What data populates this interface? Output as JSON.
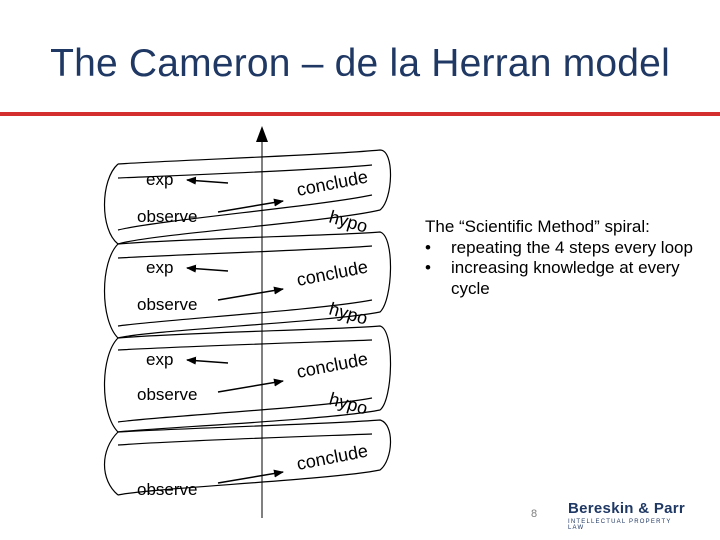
{
  "slide": {
    "title": "The Cameron – de la Herran model",
    "page_number": "8"
  },
  "spiral": {
    "left_labels": [
      "exp",
      "observe",
      "exp",
      "observe",
      "exp",
      "observe",
      "observe"
    ],
    "right_labels": [
      "conclude",
      "hypo",
      "conclude",
      "hypo",
      "conclude",
      "hypo",
      "conclude"
    ]
  },
  "caption": {
    "heading": "The “Scientific Method” spiral:",
    "bullets": [
      "repeating the 4 steps every loop",
      "increasing knowledge at every cycle"
    ]
  },
  "logo": {
    "name": "Bereskin & Parr",
    "tagline": "INTELLECTUAL PROPERTY LAW"
  },
  "colors": {
    "title": "#1f3864",
    "rule": "#d42e2e",
    "spiral_stroke": "#000000"
  }
}
